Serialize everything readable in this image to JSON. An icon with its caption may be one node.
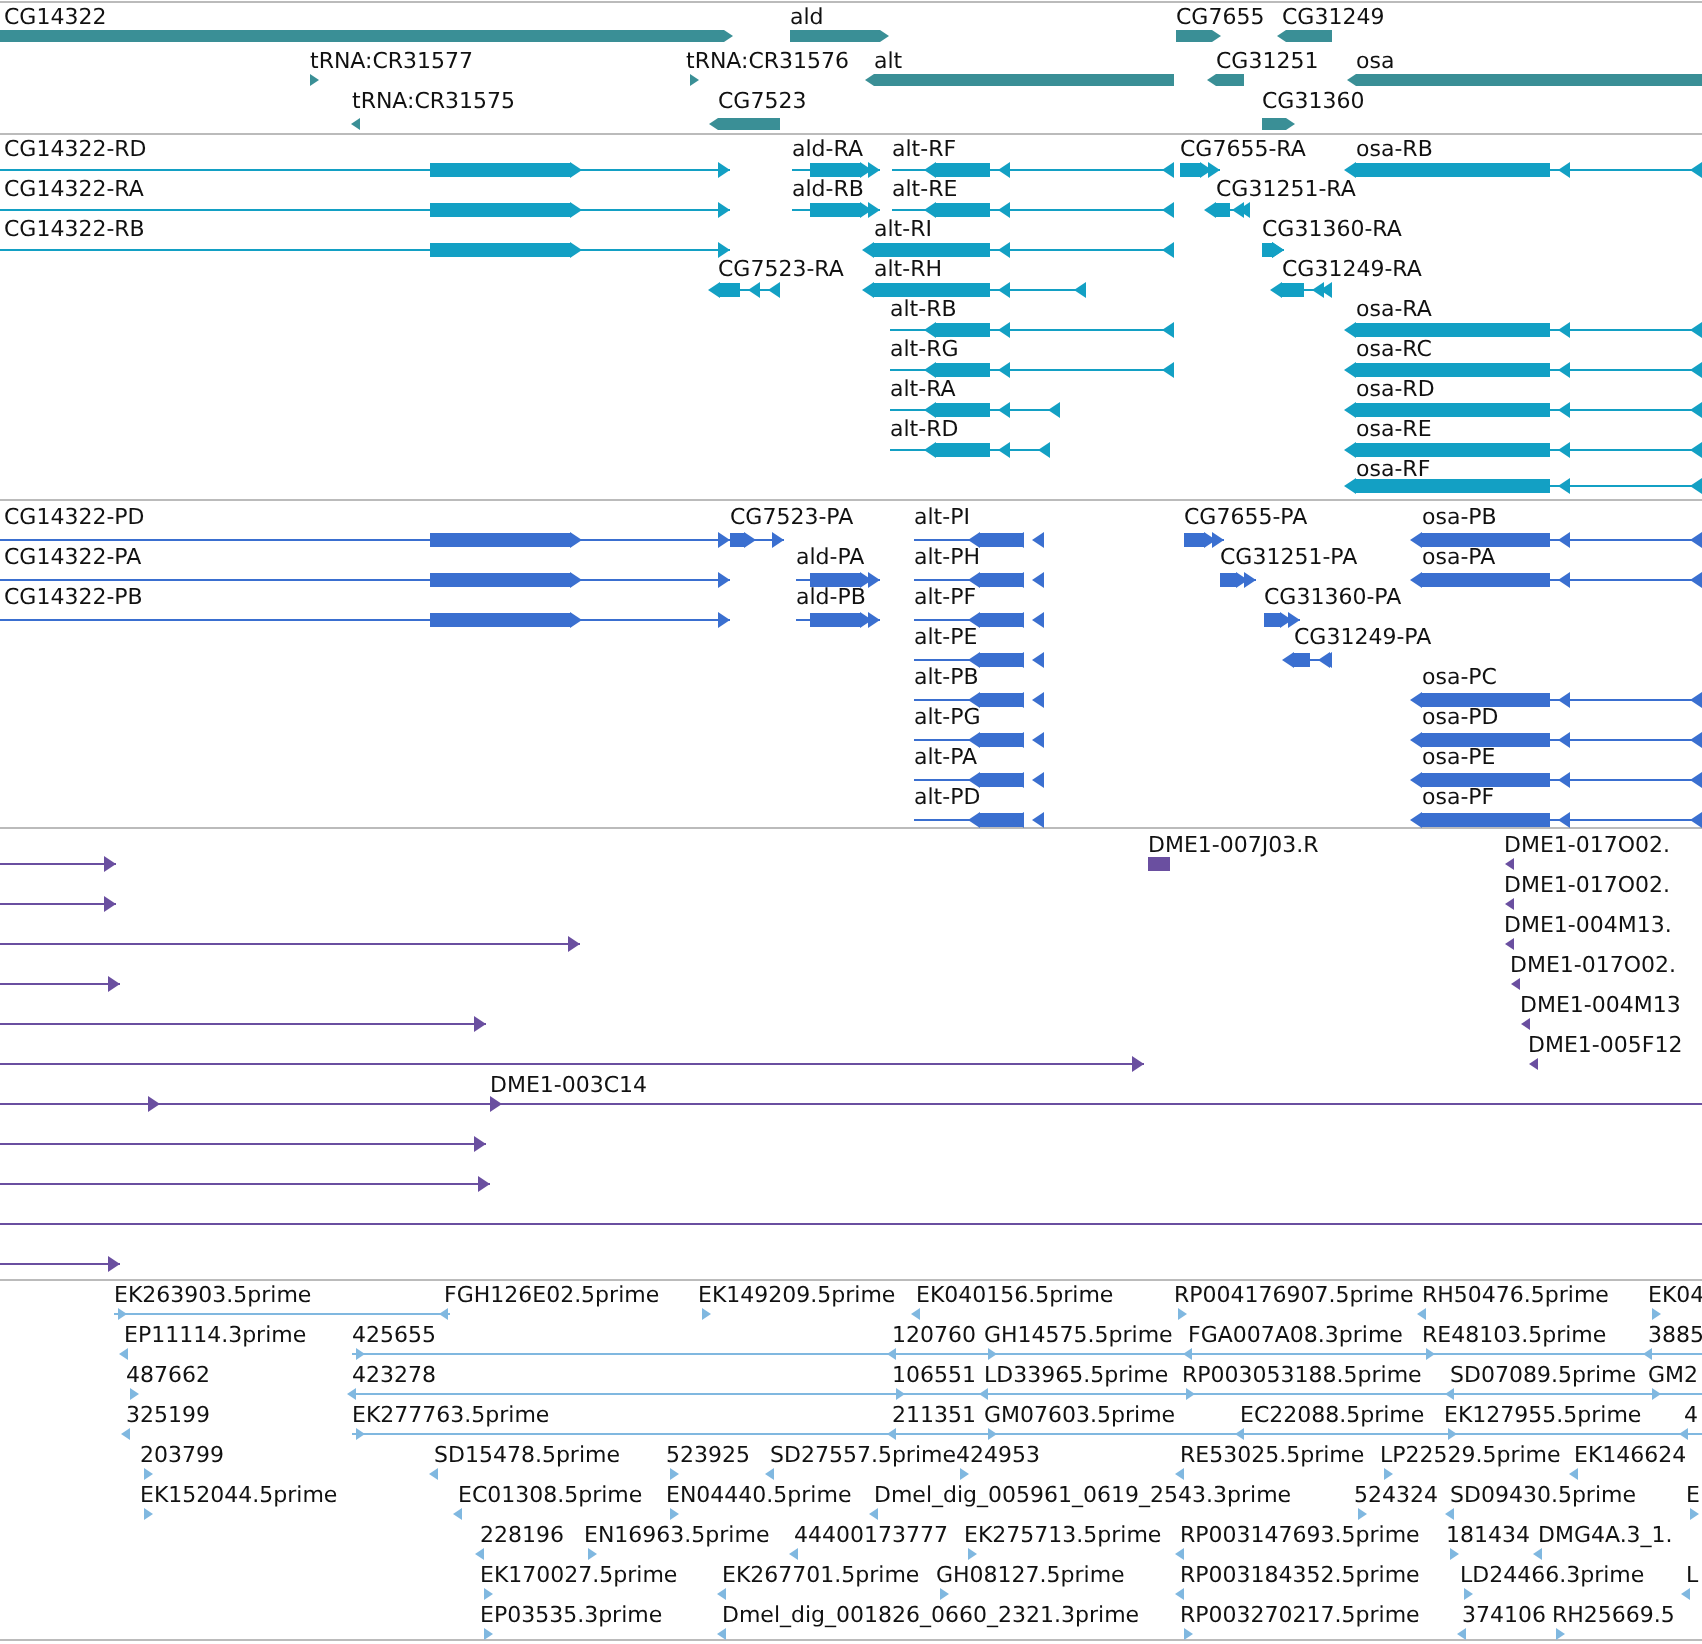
{
  "diagram": {
    "labels": [
      "CG14322",
      "ald",
      "CG7655",
      "CG31249",
      "tRNA:CR31577",
      "tRNA:CR31576",
      "alt",
      "CG31251",
      "osa",
      "tRNA:CR31575",
      "CG7523",
      "CG31360",
      "CG14322-RD",
      "ald-RA",
      "alt-RF",
      "CG7655-RA",
      "osa-RB",
      "CG14322-RA",
      "ald-RB",
      "alt-RE",
      "CG31251-RA",
      "CG14322-RB",
      "alt-RI",
      "CG31360-RA",
      "CG7523-RA",
      "alt-RH",
      "CG31249-RA",
      "alt-RB",
      "osa-RA",
      "alt-RG",
      "osa-RC",
      "alt-RA",
      "osa-RD",
      "alt-RD",
      "osa-RE",
      "osa-RF",
      "CG14322-PD",
      "CG7523-PA",
      "alt-PI",
      "CG7655-PA",
      "osa-PB",
      "CG14322-PA",
      "ald-PA",
      "alt-PH",
      "CG31251-PA",
      "osa-PA",
      "CG14322-PB",
      "ald-PB",
      "alt-PF",
      "CG31360-PA",
      "alt-PE",
      "CG31249-PA",
      "alt-PB",
      "osa-PC",
      "alt-PG",
      "osa-PD",
      "alt-PA",
      "osa-PE",
      "alt-PD",
      "osa-PF",
      "DME1-007J03.R",
      "DME1-017O02.",
      "DME1-017O02.",
      "DME1-004M13.",
      "DME1-017O02.",
      "DME1-004M13",
      "DME1-005F12",
      "DME1-003C14",
      "EK263903.5prime",
      "FGH126E02.5prime",
      "EK149209.5prime",
      "EK040156.5prime",
      "RP004176907.5prime",
      "RH50476.5prime",
      "EK04",
      "EP11114.3prime",
      "425655",
      "120760",
      "GH14575.5prime",
      "FGA007A08.3prime",
      "RE48103.5prime",
      "3885",
      "487662",
      "423278",
      "106551",
      "LD33965.5prime",
      "RP003053188.5prime",
      "SD07089.5prime",
      "GM2",
      "325199",
      "EK277763.5prime",
      "211351",
      "GM07603.5prime",
      "EC22088.5prime",
      "EK127955.5prime",
      "4",
      "203799",
      "SD15478.5prime",
      "523925",
      "SD27557.5prime",
      "424953",
      "RE53025.5prime",
      "LP22529.5prime",
      "EK146624",
      "EK152044.5prime",
      "EC01308.5prime",
      "EN04440.5prime",
      "Dmel_dig_005961_0619_2543.3prime",
      "524324",
      "SD09430.5prime",
      "E",
      "228196",
      "EN16963.5prime",
      "44400173777",
      "EK275713.5prime",
      "RP003147693.5prime",
      "181434",
      "DMG4A.3_1.",
      "EK170027.5prime",
      "EK267701.5prime",
      "GH08127.5prime",
      "RP003184352.5prime",
      "LD24466.3prime",
      "L",
      "EP03535.3prime",
      "Dmel_dig_001826_0660_2321.3prime",
      "RP003270217.5prime",
      "374106",
      "RH25669.5"
    ]
  }
}
